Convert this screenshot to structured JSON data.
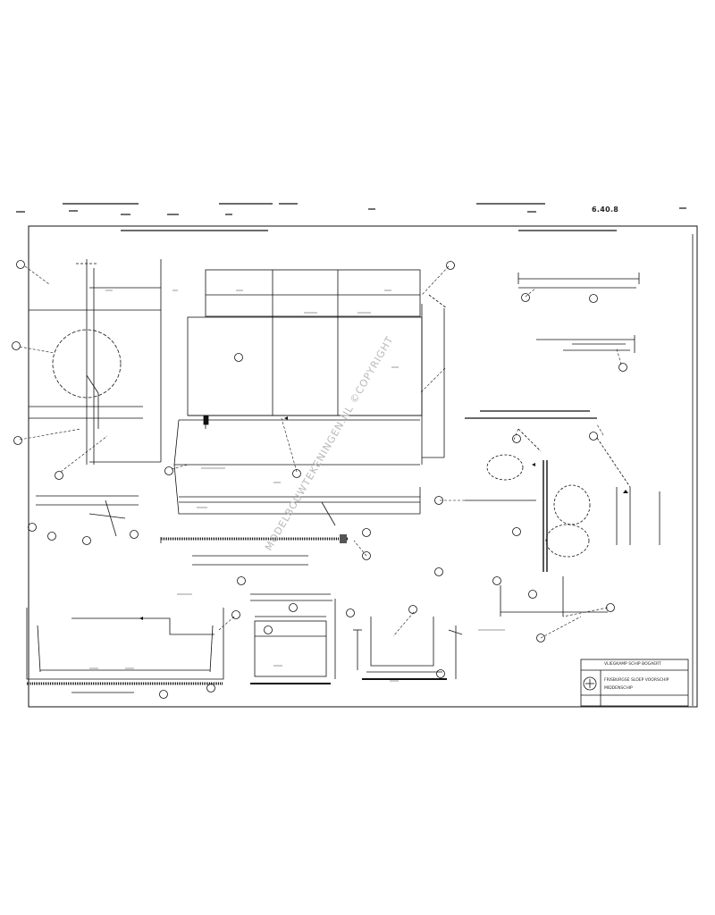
{
  "sheet": {
    "drawing_ref": "6.40.8",
    "watermark": "MODELBOUWTEKENINGEN.NL ©COPYRIGHT",
    "title_block": {
      "line1": "VLIEGKAMP SCHIP BOGAERT",
      "line2": "FRISBURGSE SLOEP VOORSCHIP",
      "line3": "MIDDENSCHIP"
    },
    "stroke_color": "#111111",
    "watermark_color": "#b9b9b9"
  }
}
